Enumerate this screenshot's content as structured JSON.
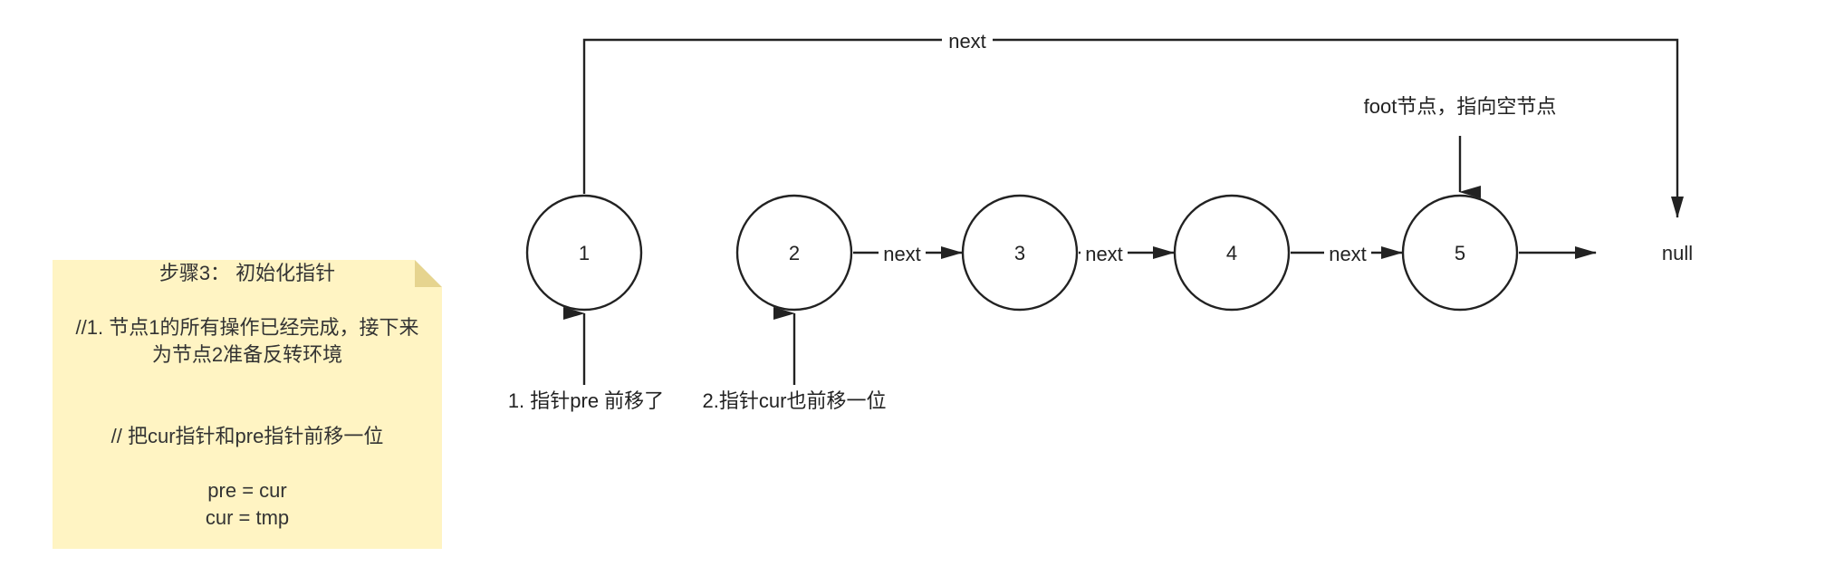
{
  "note": {
    "title": "步骤3：  初始化指针",
    "line1": "//1. 节点1的所有操作已经完成，接下来为节点2准备反转环境",
    "line2": "// 把cur指针和pre指针前移一位",
    "code1": "pre = cur",
    "code2": "cur = tmp"
  },
  "nodes": [
    {
      "id": "1",
      "label": "1"
    },
    {
      "id": "2",
      "label": "2"
    },
    {
      "id": "3",
      "label": "3"
    },
    {
      "id": "4",
      "label": "4"
    },
    {
      "id": "5",
      "label": "5"
    }
  ],
  "null_label": "null",
  "edges": {
    "top_next": "next",
    "n2_n3": "next",
    "n3_n4": "next",
    "n4_n5": "next"
  },
  "annotations": {
    "pre": "1. 指针pre 前移了",
    "cur": "2.指针cur也前移一位",
    "foot": "foot节点，指向空节点"
  }
}
